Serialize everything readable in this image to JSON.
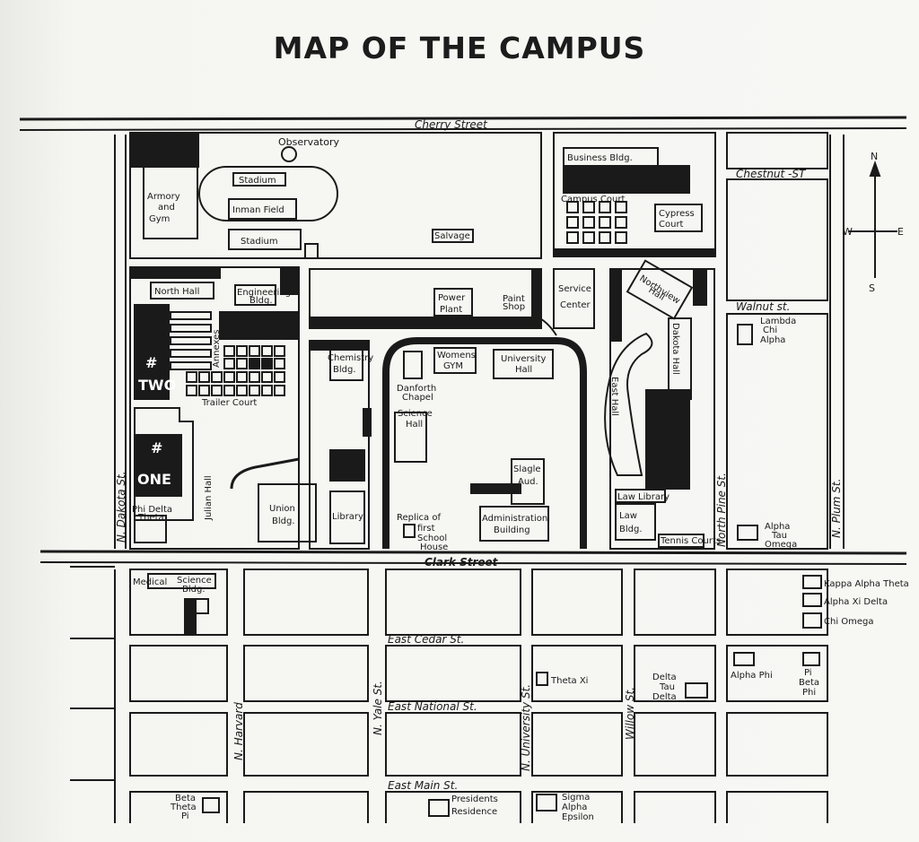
{
  "title": "MAP OF THE CAMPUS",
  "compass": {
    "n": "N",
    "s": "S",
    "e": "E",
    "w": "W"
  },
  "streets": {
    "cherry": "Cherry Street",
    "chestnut": "Chestnut -ST",
    "walnut": "Walnut st.",
    "clark": "Clark Street",
    "east_cedar": "East Cedar St.",
    "east_national": "East National St.",
    "east_main": "East Main St.",
    "n_dakota": "N. Dakota St.",
    "north_pine": "North Pine St.",
    "n_plum": "N. Plum St.",
    "n_harvard": "N. Harvard",
    "n_yale": "N. Yale St.",
    "n_university": "N. University St.",
    "willow": "Willow St."
  },
  "buildings": {
    "observatory": "Observatory",
    "armory": [
      "Armory",
      "and",
      "Gym"
    ],
    "stadium_top": "Stadium",
    "inman_field": "Inman Field",
    "stadium_bottom": "Stadium",
    "salvage": "Salvage",
    "business": "Business Bldg.",
    "campus_court": "Campus Court",
    "cypress": [
      "Cypress",
      "Court"
    ],
    "north_hall": "North Hall",
    "engineering": [
      "Engineering",
      "Bldg."
    ],
    "power_plant": [
      "Power",
      "Plant"
    ],
    "paint_shop": [
      "Paint",
      "Shop"
    ],
    "service_center": [
      "Service",
      "Center"
    ],
    "northview_hall": [
      "Northview",
      "Hall"
    ],
    "lambda_chi": [
      "Lambda",
      "Chi",
      "Alpha"
    ],
    "annexes": "Annexes",
    "two_hash": "#",
    "two": "TWO",
    "trailer_court": "Trailer Court",
    "chemistry": [
      "Chemistry",
      "Bldg."
    ],
    "womens_gym": [
      "Womens",
      "GYM"
    ],
    "university_hall": [
      "University",
      "Hall"
    ],
    "danforth": [
      "Danforth",
      "Chapel"
    ],
    "science_hall": [
      "Science",
      "Hall"
    ],
    "dakota_hall": "Dakota Hall",
    "east_hall": "East Hall",
    "one_hash": "#",
    "one": "ONE",
    "julian_hall": "Julian Hall",
    "union": [
      "Union",
      "Bldg."
    ],
    "library": "Library",
    "slagle": [
      "Slagle",
      "Aud."
    ],
    "replica": [
      "Replica of",
      "first",
      "School",
      "House"
    ],
    "administration": [
      "Administration",
      "Building"
    ],
    "law_library": "Law Library",
    "law_bldg": [
      "Law",
      "Bldg."
    ],
    "tennis": "Tennis Courts",
    "phi_delta": [
      "Phi Delta",
      "Theta"
    ],
    "alpha_tau": [
      "Alpha",
      "Tau",
      "Omega"
    ],
    "medical": "Medical",
    "science_bldg": [
      "Science",
      "Bldg."
    ],
    "kappa_alpha": "Kappa Alpha Theta",
    "alpha_xi": "Alpha Xi Delta",
    "chi_omega": "Chi Omega",
    "theta_xi": "Theta Xi",
    "delta_tau": [
      "Delta",
      "Tau",
      "Delta"
    ],
    "alpha_phi": "Alpha Phi",
    "pi_beta": [
      "Pi",
      "Beta",
      "Phi"
    ],
    "beta_theta": [
      "Beta",
      "Theta",
      "Pi"
    ],
    "presidents": [
      "Presidents",
      "Residence"
    ],
    "sigma_alpha": [
      "Sigma",
      "Alpha",
      "Epsilon"
    ]
  }
}
